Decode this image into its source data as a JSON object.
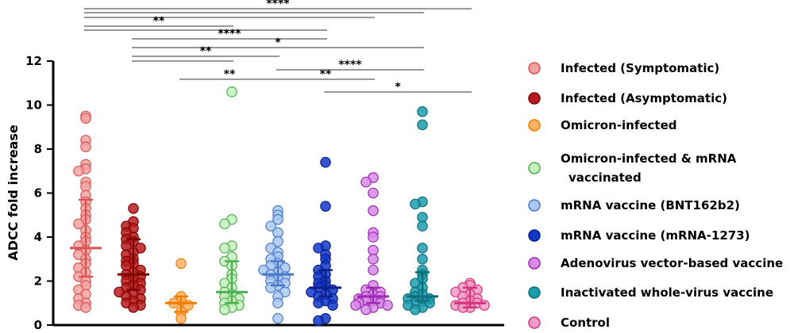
{
  "chart_data": {
    "type": "scatter",
    "title": "",
    "xlabel": "",
    "ylabel": "ADCC fold increase",
    "ylim": [
      0,
      12
    ],
    "yticks": [
      0,
      2,
      4,
      6,
      8,
      10,
      12
    ],
    "grid": false,
    "legend_position": "right",
    "groups": [
      {
        "name": "Infected (Symptomatic)",
        "color": "#f4a3a3",
        "edge": "#d9534f",
        "median": 3.5,
        "iqr": [
          2.2,
          5.7
        ],
        "values": [
          9.5,
          9.4,
          8.4,
          8.1,
          7.3,
          7.1,
          7.0,
          6.5,
          6.3,
          5.9,
          5.6,
          5.3,
          5.0,
          4.8,
          4.6,
          4.3,
          4.0,
          3.8,
          3.6,
          3.4,
          3.2,
          3.0,
          2.8,
          2.6,
          2.4,
          2.2,
          2.0,
          1.8,
          1.6,
          1.4,
          1.2,
          1.0,
          0.9,
          0.8
        ]
      },
      {
        "name": "Infected (Asymptomatic)",
        "color": "#b71c1c",
        "edge": "#7f0000",
        "median": 2.3,
        "iqr": [
          1.6,
          3.9
        ],
        "values": [
          5.3,
          4.7,
          4.5,
          4.4,
          4.2,
          4.0,
          3.9,
          3.8,
          3.6,
          3.5,
          3.3,
          3.2,
          3.0,
          2.9,
          2.8,
          2.7,
          2.5,
          2.4,
          2.3,
          2.2,
          2.1,
          2.0,
          1.9,
          1.8,
          1.7,
          1.6,
          1.5,
          1.4,
          1.3,
          1.2,
          1.1,
          1.0,
          0.9,
          0.8
        ]
      },
      {
        "name": "Omicron-infected",
        "color": "#ffb366",
        "edge": "#f57c00",
        "median": 1.0,
        "iqr": [
          0.6,
          1.3
        ],
        "values": [
          2.8,
          1.3,
          1.1,
          1.0,
          0.9,
          0.6,
          0.3
        ]
      },
      {
        "name": "Omicron-infected & mRNA vaccinated",
        "color": "#c8f0c0",
        "edge": "#4caf50",
        "median": 1.5,
        "iqr": [
          1.0,
          2.9
        ],
        "values": [
          10.6,
          4.8,
          4.6,
          3.6,
          3.5,
          3.1,
          2.9,
          2.7,
          2.3,
          2.1,
          1.9,
          1.7,
          1.5,
          1.4,
          1.3,
          1.2,
          1.1,
          1.0,
          0.9,
          0.8,
          0.7
        ]
      },
      {
        "name": "mRNA vaccine (BNT162b2)",
        "color": "#a9c8f5",
        "edge": "#4a78c8",
        "median": 2.3,
        "iqr": [
          1.8,
          2.9
        ],
        "values": [
          5.2,
          5.0,
          4.8,
          4.5,
          4.2,
          3.8,
          3.5,
          3.3,
          3.1,
          3.0,
          2.8,
          2.7,
          2.6,
          2.5,
          2.4,
          2.3,
          2.2,
          2.1,
          2.0,
          1.9,
          1.8,
          1.7,
          1.5,
          1.3,
          1.0,
          0.3
        ]
      },
      {
        "name": "mRNA vaccine (mRNA-1273)",
        "color": "#1236c8",
        "edge": "#0a1f8a",
        "median": 1.7,
        "iqr": [
          1.3,
          2.5
        ],
        "values": [
          7.4,
          5.4,
          3.6,
          3.5,
          3.2,
          3.0,
          2.7,
          2.5,
          2.3,
          2.2,
          2.0,
          1.9,
          1.8,
          1.7,
          1.6,
          1.5,
          1.4,
          1.3,
          1.2,
          1.1,
          1.0,
          0.9,
          0.3,
          0.2
        ]
      },
      {
        "name": "Adenovirus vector-based vaccine",
        "color": "#d68be8",
        "edge": "#9c27b0",
        "median": 1.3,
        "iqr": [
          1.0,
          1.7
        ],
        "values": [
          6.7,
          6.5,
          6.0,
          5.2,
          4.2,
          4.0,
          3.4,
          3.0,
          2.5,
          1.8,
          1.6,
          1.5,
          1.4,
          1.3,
          1.3,
          1.2,
          1.1,
          1.1,
          1.0,
          1.0,
          0.9,
          0.9,
          0.8,
          0.7
        ]
      },
      {
        "name": "Inactivated whole-virus vaccine",
        "color": "#1b9cab",
        "edge": "#0d6e7a",
        "median": 1.3,
        "iqr": [
          1.1,
          2.4
        ],
        "values": [
          9.7,
          9.1,
          5.6,
          5.5,
          4.9,
          4.5,
          3.5,
          3.0,
          2.5,
          2.3,
          2.1,
          1.9,
          1.7,
          1.5,
          1.4,
          1.3,
          1.2,
          1.2,
          1.1,
          1.0,
          1.0,
          0.9,
          0.8,
          0.7
        ]
      },
      {
        "name": "Control",
        "color": "#f29bc6",
        "edge": "#d6337a",
        "median": 1.0,
        "iqr": [
          0.8,
          1.7
        ],
        "values": [
          1.9,
          1.8,
          1.7,
          1.6,
          1.5,
          1.4,
          1.3,
          1.2,
          1.1,
          1.0,
          1.0,
          0.9,
          0.9,
          0.8,
          0.8
        ]
      }
    ],
    "significance": [
      {
        "from": 0,
        "to": 8,
        "label": "****"
      },
      {
        "from": 0,
        "to": 7,
        "label": ""
      },
      {
        "from": 0,
        "to": 6,
        "label": ""
      },
      {
        "from": 0,
        "to": 3,
        "label": "**"
      },
      {
        "from": 0,
        "to": 5,
        "label": ""
      },
      {
        "from": 1,
        "to": 5,
        "label": "****"
      },
      {
        "from": 1,
        "to": 7,
        "label": "*"
      },
      {
        "from": 1,
        "to": 4,
        "label": "**"
      },
      {
        "from": 1,
        "to": 3,
        "label": ""
      },
      {
        "from": 2,
        "to": 4,
        "label": "**"
      },
      {
        "from": 4,
        "to": 7,
        "label": "****"
      },
      {
        "from": 4,
        "to": 6,
        "label": "**"
      },
      {
        "from": 5,
        "to": 8,
        "label": "*"
      }
    ]
  }
}
